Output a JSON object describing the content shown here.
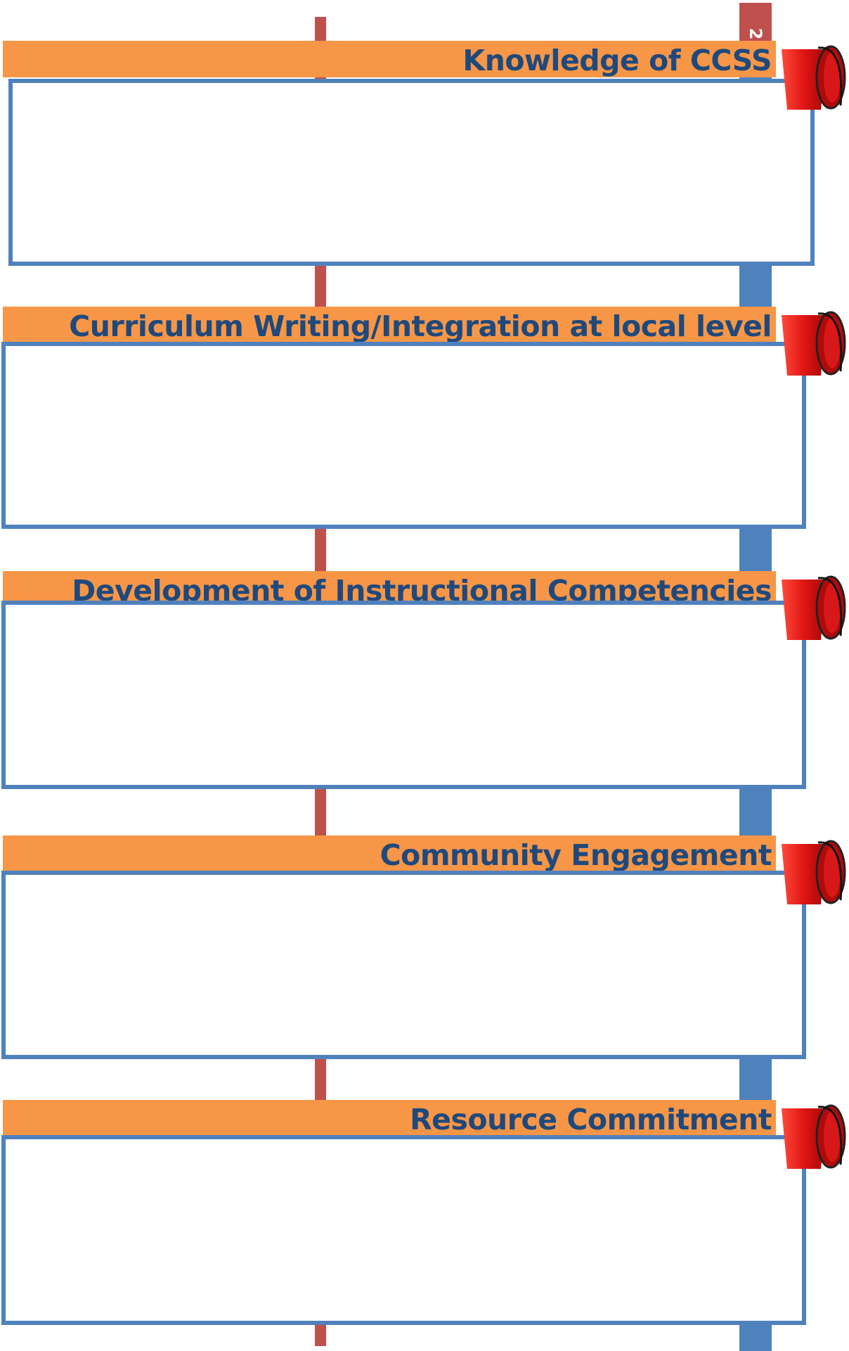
{
  "page": {
    "number": "2"
  },
  "sections": [
    {
      "title": "Knowledge of CCSS",
      "content": ""
    },
    {
      "title": "Curriculum Writing/Integration at local level",
      "content": ""
    },
    {
      "title": "Development of Instructional Competencies",
      "content": ""
    },
    {
      "title": "Community Engagement",
      "content": ""
    },
    {
      "title": "Resource Commitment",
      "content": ""
    }
  ],
  "colors": {
    "band": "#f79646",
    "title_text": "#1f497d",
    "box_border": "#4f81bd",
    "stripe_red": "#c0504d",
    "stripe_blue": "#4f81bd",
    "bucket": "#e02020"
  },
  "icons": [
    "bucket-icon"
  ]
}
